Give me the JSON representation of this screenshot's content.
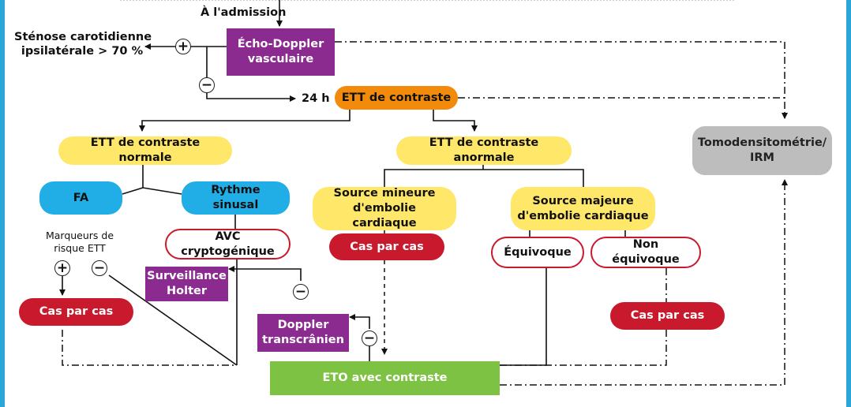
{
  "diagram": {
    "admission_label": "À l'admission",
    "stenosis_label": [
      "Sténose carotidienne",
      "ipsilatérale > 70 %"
    ],
    "nodes": {
      "echo_doppler": "Écho-Doppler vasculaire",
      "ett_contrast": "ETT de contraste",
      "ett_normal": "ETT de contraste normale",
      "ett_abnormal": "ETT de contraste anormale",
      "tomodensitometrie": "Tomodensitométrie/ IRM",
      "fa": "FA",
      "rythme_sinusal": "Rythme sinusal",
      "source_mineure": "Source mineure d'embolie cardiaque",
      "source_majeure": "Source majeure d'embolie cardiaque",
      "avc_cryptogenique": "AVC cryptogénique",
      "cas_par_cas_1": "Cas par cas",
      "equivoque": "Équivoque",
      "non_equivoque": "Non équivoque",
      "surveillance_holter": "Surveillance Holter",
      "cas_par_cas_2": "Cas par cas",
      "doppler_transcranien": "Doppler transcrânien",
      "cas_par_cas_3": "Cas par cas",
      "eto_contraste": "ETO avec contraste"
    },
    "time_label": "24 h",
    "marqueurs_label": "Marqueurs de risque ETT",
    "signs": {
      "plus": "+",
      "minus": "−"
    },
    "colors": {
      "procedure": "#8b2b8f",
      "ett": "#f28b0c",
      "result": "#ffe76a",
      "rhythm": "#21aee6",
      "imaging": "#bdbdbd",
      "case_by_case": "#c9192d",
      "eto": "#7dc242",
      "frame": "#2aa6d9"
    }
  }
}
